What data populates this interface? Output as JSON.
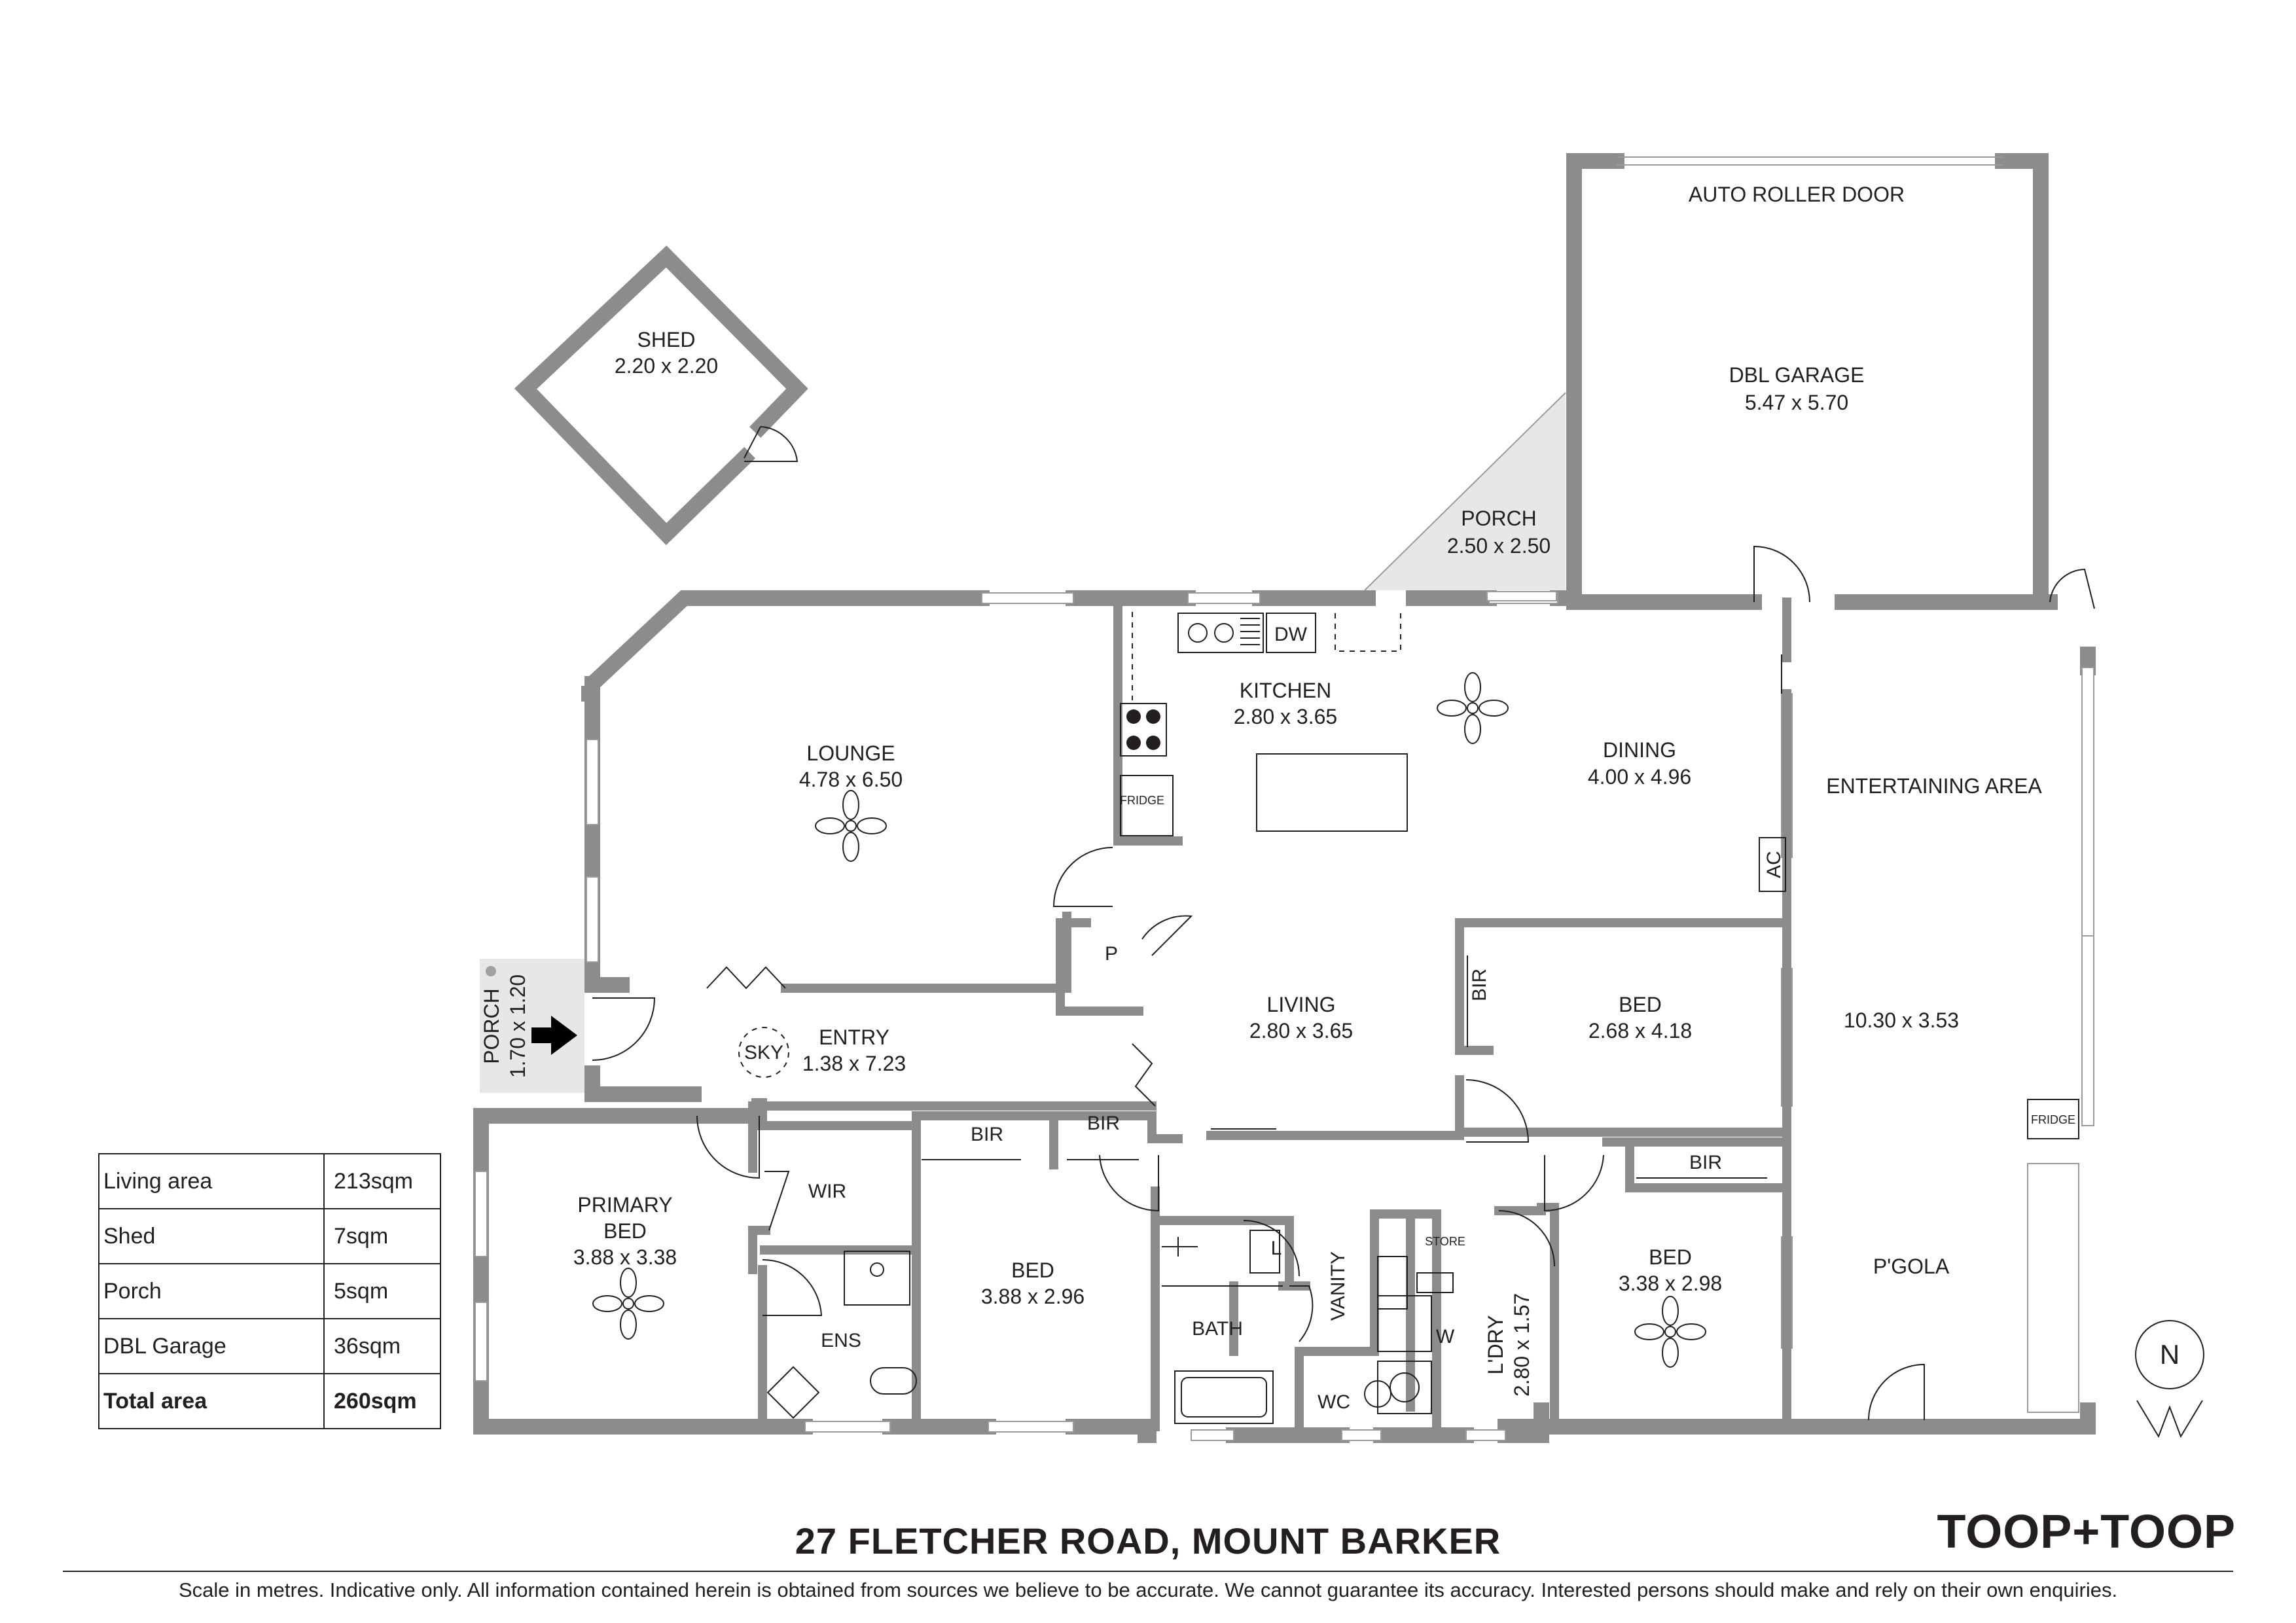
{
  "rooms": {
    "shed": {
      "name": "SHED",
      "dims": "2.20 x 2.20"
    },
    "dbl_garage": {
      "name": "DBL GARAGE",
      "dims": "5.47 x 5.70"
    },
    "roller_door": "AUTO ROLLER DOOR",
    "porch_garage": {
      "name": "PORCH",
      "dims": "2.50 x 2.50"
    },
    "lounge": {
      "name": "LOUNGE",
      "dims": "4.78 x 6.50"
    },
    "kitchen": {
      "name": "KITCHEN",
      "dims": "2.80 x 3.65"
    },
    "dining": {
      "name": "DINING",
      "dims": "4.00 x 4.96"
    },
    "entertaining": {
      "name": "ENTERTAINING AREA",
      "dims": "10.30 x 3.53"
    },
    "pgola": "P'GOLA",
    "living": {
      "name": "LIVING",
      "dims": "2.80 x 3.65"
    },
    "entry": {
      "name": "ENTRY",
      "dims": "1.38 x 7.23"
    },
    "porch_front": {
      "name": "PORCH",
      "dims": "1.70 x 1.20"
    },
    "bed_ne": {
      "name": "BED",
      "dims": "2.68 x 4.18"
    },
    "primary_bed": {
      "name1": "PRIMARY",
      "name2": "BED",
      "dims": "3.88 x 3.38"
    },
    "bed_mid": {
      "name": "BED",
      "dims": "3.88 x 2.96"
    },
    "bed_se": {
      "name": "BED",
      "dims": "3.38 x 2.98"
    },
    "laundry": {
      "name": "L'DRY",
      "dims": "2.80 x 1.57"
    }
  },
  "fixtures": {
    "dw": "DW",
    "fridge_kitchen": "FRIDGE",
    "fridge_pgola": "FRIDGE",
    "pantry": "P",
    "sky": "SKY",
    "ac": "AC",
    "bir": "BIR",
    "wir": "WIR",
    "ens": "ENS",
    "bath": "BATH",
    "linen": "L",
    "vanity": "VANITY",
    "wc": "WC",
    "store": "STORE",
    "washer": "W",
    "compass": "N"
  },
  "areas": {
    "rows": [
      {
        "label": "Living area",
        "value": "213sqm"
      },
      {
        "label": "Shed",
        "value": "7sqm"
      },
      {
        "label": "Porch",
        "value": "5sqm"
      },
      {
        "label": "DBL Garage",
        "value": "36sqm"
      }
    ],
    "total": {
      "label": "Total area",
      "value": "260sqm"
    }
  },
  "footer": {
    "address": "27 FLETCHER ROAD, MOUNT BARKER",
    "brand": "TOOP+TOOP",
    "disclaimer": "Scale in metres. Indicative only. All information contained herein is obtained from sources we believe to be accurate. We cannot guarantee its accuracy. Interested persons should make and rely on their own enquiries."
  },
  "colors": {
    "wall": "#8c8c8c",
    "text": "#231f20",
    "porch_fill": "#e6e7e8"
  }
}
